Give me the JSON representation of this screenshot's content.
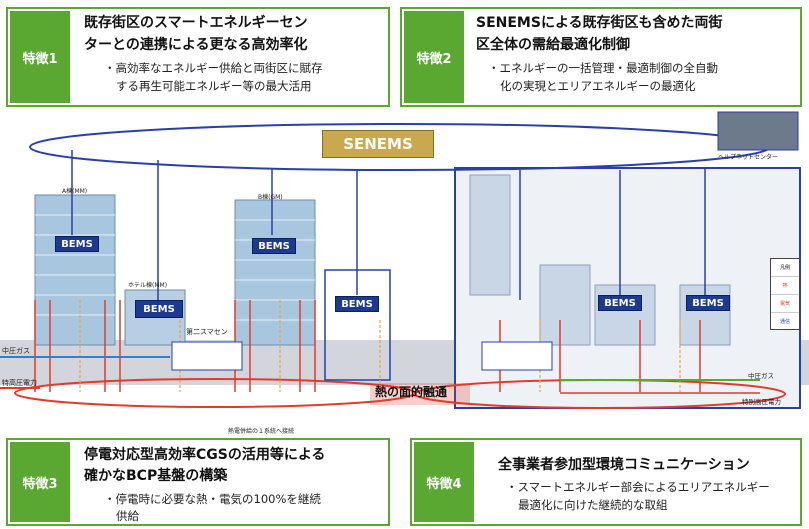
{
  "features": [
    {
      "tag": "特徴1",
      "title": [
        "既存街区のスマートエネルギーセン",
        "ターとの連携による更なる高効率化"
      ],
      "desc": [
        "・高効率なエネルギー供給と両街区に賦存",
        "する再生可能エネルギー等の最大活用"
      ]
    },
    {
      "tag": "特徴2",
      "title": [
        "SENEMSによる既存街区も含めた両街",
        "区全体の需給最適化制御"
      ],
      "desc": [
        "・エネルギーの一括管理・最適制御の全自動",
        "化の実現とエリアエネルギーの最適化"
      ]
    },
    {
      "tag": "特徴3",
      "title": [
        "停電対応型高効率CGSの活用等による",
        "確かなBCP基盤の構築"
      ],
      "desc": [
        "・停電時に必要な熱・電気の100%を継続",
        "供給"
      ]
    },
    {
      "tag": "特徴4",
      "title": [
        "全事業者参加型環境コミュニケーション"
      ],
      "desc": [
        "・スマートエネルギー部会によるエリアエネルギー",
        "最適化に向けた継続的な取組"
      ]
    }
  ],
  "diagram": {
    "senems": "SENEMS",
    "bems_label": "BEMS",
    "gas_left": "中圧ガス",
    "power_left": "特高圧電力",
    "gas_right": "中圧ガス",
    "power_right": "特別高圧電力",
    "heat_network": "熱の面的融通",
    "bottom_note": "熱電併給の１系統へ接続",
    "center_label": "第二スマセン",
    "support_center": "ヘルプネットセンター",
    "tower_a": "A棟(MM)",
    "tower_b": "B棟(GM)",
    "hotel": "ホテル棟(MM)",
    "legend": [
      "凡例",
      "熱",
      "電気",
      "通信"
    ]
  },
  "colors": {
    "accent": "#5aa832",
    "bems": "#1e3a8f",
    "senems": "#c9a84f",
    "network": "#e23b2a",
    "comm": "#2b3fa8"
  }
}
